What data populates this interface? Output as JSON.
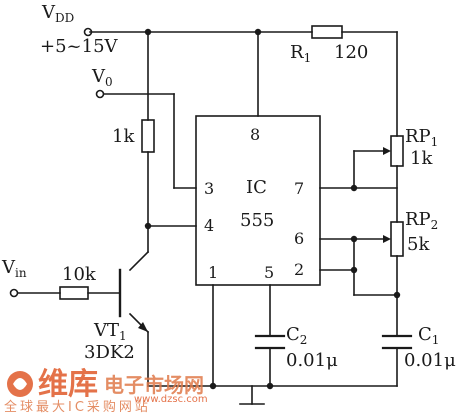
{
  "supply": {
    "label": "V",
    "sub": "DD",
    "range": "+5~15V"
  },
  "output": {
    "label": "V",
    "sub": "0"
  },
  "input": {
    "label": "V",
    "sub": "in"
  },
  "r1": {
    "name": "R",
    "sub": "1",
    "value": "120"
  },
  "rp1": {
    "name": "RP",
    "sub": "1",
    "value": "1k"
  },
  "rp2": {
    "name": "RP",
    "sub": "2",
    "value": "5k"
  },
  "rc": {
    "value": "1k"
  },
  "rb": {
    "value": "10k"
  },
  "transistor": {
    "name": "VT",
    "sub": "1",
    "type": "3DK2"
  },
  "ic": {
    "title": "IC",
    "model": "555",
    "pins": {
      "p1": "1",
      "p2": "2",
      "p3": "3",
      "p4": "4",
      "p5": "5",
      "p6": "6",
      "p7": "7",
      "p8": "8"
    }
  },
  "c2": {
    "name": "C",
    "sub": "2",
    "value": "0.01μ"
  },
  "c1": {
    "name": "C",
    "sub": "1",
    "value": "0.01μ"
  },
  "watermark": {
    "brand": "维库",
    "tagline": "电子市场网",
    "url": "www.dzsc.com",
    "slogan": "全球最大IC采购网站"
  }
}
